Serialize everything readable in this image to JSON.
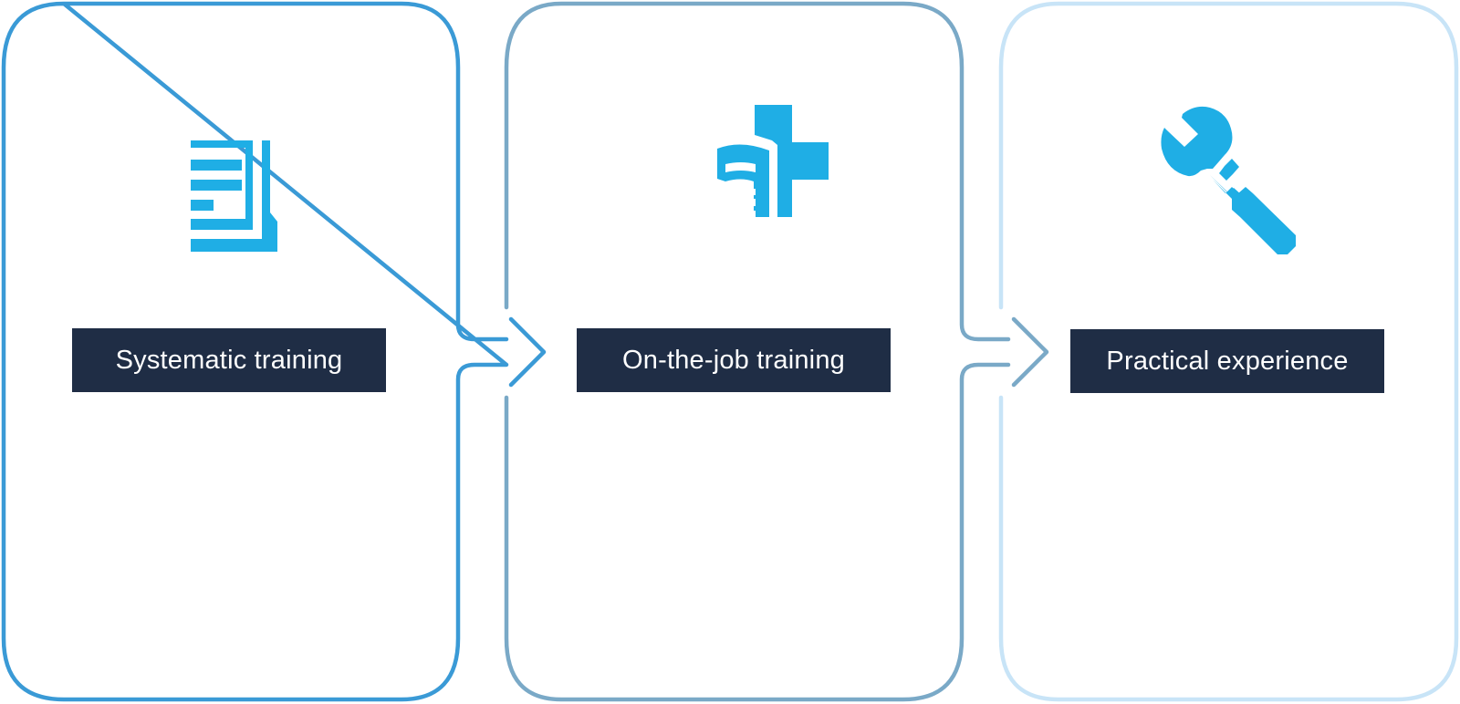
{
  "steps": [
    {
      "label": "Systematic training",
      "icon": "document-icon",
      "frame_color": "#3a9ad6"
    },
    {
      "label": "On-the-job training",
      "icon": "medical-cross-icon",
      "frame_color": "#7aa9c7"
    },
    {
      "label": "Practical experience",
      "icon": "wrench-icon",
      "frame_color": "#c8e4f7"
    }
  ],
  "colors": {
    "icon": "#1faee5",
    "label_background": "#1f2d45",
    "label_text": "#ffffff"
  }
}
